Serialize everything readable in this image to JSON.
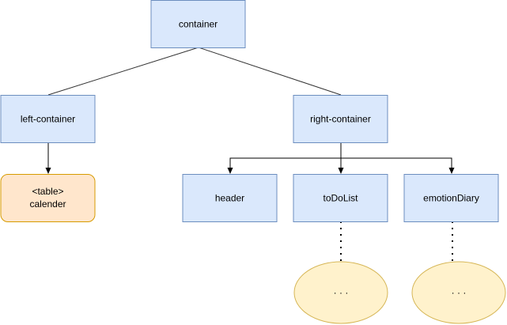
{
  "colors": {
    "box_fill": "#dae8fc",
    "box_stroke": "#6c8ebf",
    "orange_fill": "#ffe6cc",
    "orange_stroke": "#d79b00",
    "ellipse_fill": "#fff2cc",
    "ellipse_stroke": "#d6b656",
    "edge": "#333333",
    "arrow": "#000000"
  },
  "nodes": {
    "container": {
      "label": "container"
    },
    "left_container": {
      "label": "left-container"
    },
    "right_container": {
      "label": "right-container"
    },
    "calendar": {
      "line1": "<table>",
      "line2": "calender"
    },
    "header": {
      "label": "header"
    },
    "todolist": {
      "label": "toDoList"
    },
    "emotiondiary": {
      "label": "emotionDiary"
    },
    "todolist_children": {
      "label": "· · ·"
    },
    "emotiondiary_children": {
      "label": "· · ·"
    }
  }
}
